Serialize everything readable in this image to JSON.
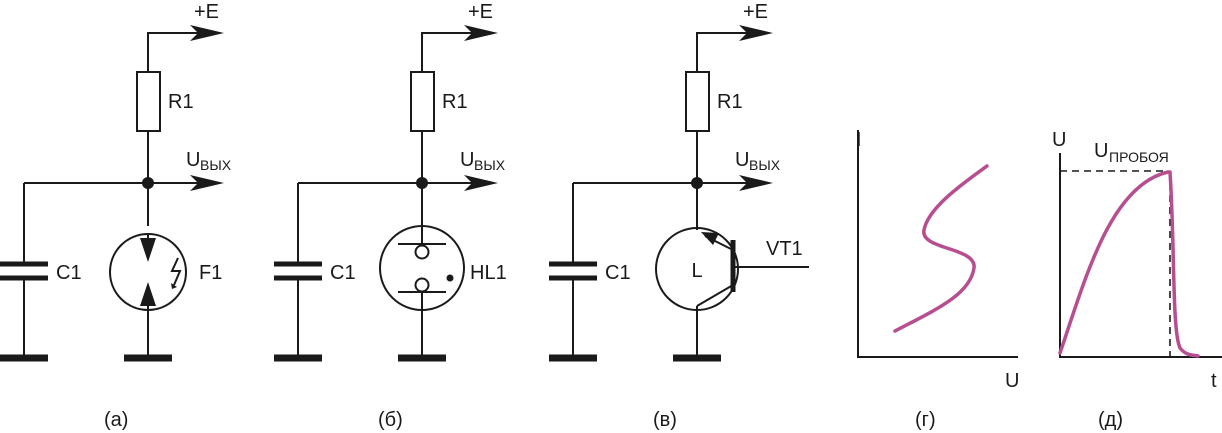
{
  "circuits": [
    {
      "supply_label": "+E",
      "resistor_label": "R1",
      "output_label_main": "U",
      "output_label_sub": "ВЫХ",
      "capacitor_label": "C1",
      "device_label": "F1",
      "caption": "(а)"
    },
    {
      "supply_label": "+E",
      "resistor_label": "R1",
      "output_label_main": "U",
      "output_label_sub": "ВЫХ",
      "capacitor_label": "C1",
      "device_label": "HL1",
      "caption": "(б)"
    },
    {
      "supply_label": "+E",
      "resistor_label": "R1",
      "output_label_main": "U",
      "output_label_sub": "ВЫХ",
      "capacitor_label": "C1",
      "device_label": "VT1",
      "device_inner_label": "L",
      "caption": "(в)"
    }
  ],
  "iv_plot": {
    "y_axis_label": "I",
    "x_axis_label": "U",
    "caption": "(г)",
    "curve_color": "#b64e8f"
  },
  "time_plot": {
    "y_axis_label": "U",
    "x_axis_label": "t",
    "breakdown_label_main": "U",
    "breakdown_label_sub": "ПРОБОЯ",
    "caption": "(д)",
    "curve_color": "#b64e8f"
  }
}
